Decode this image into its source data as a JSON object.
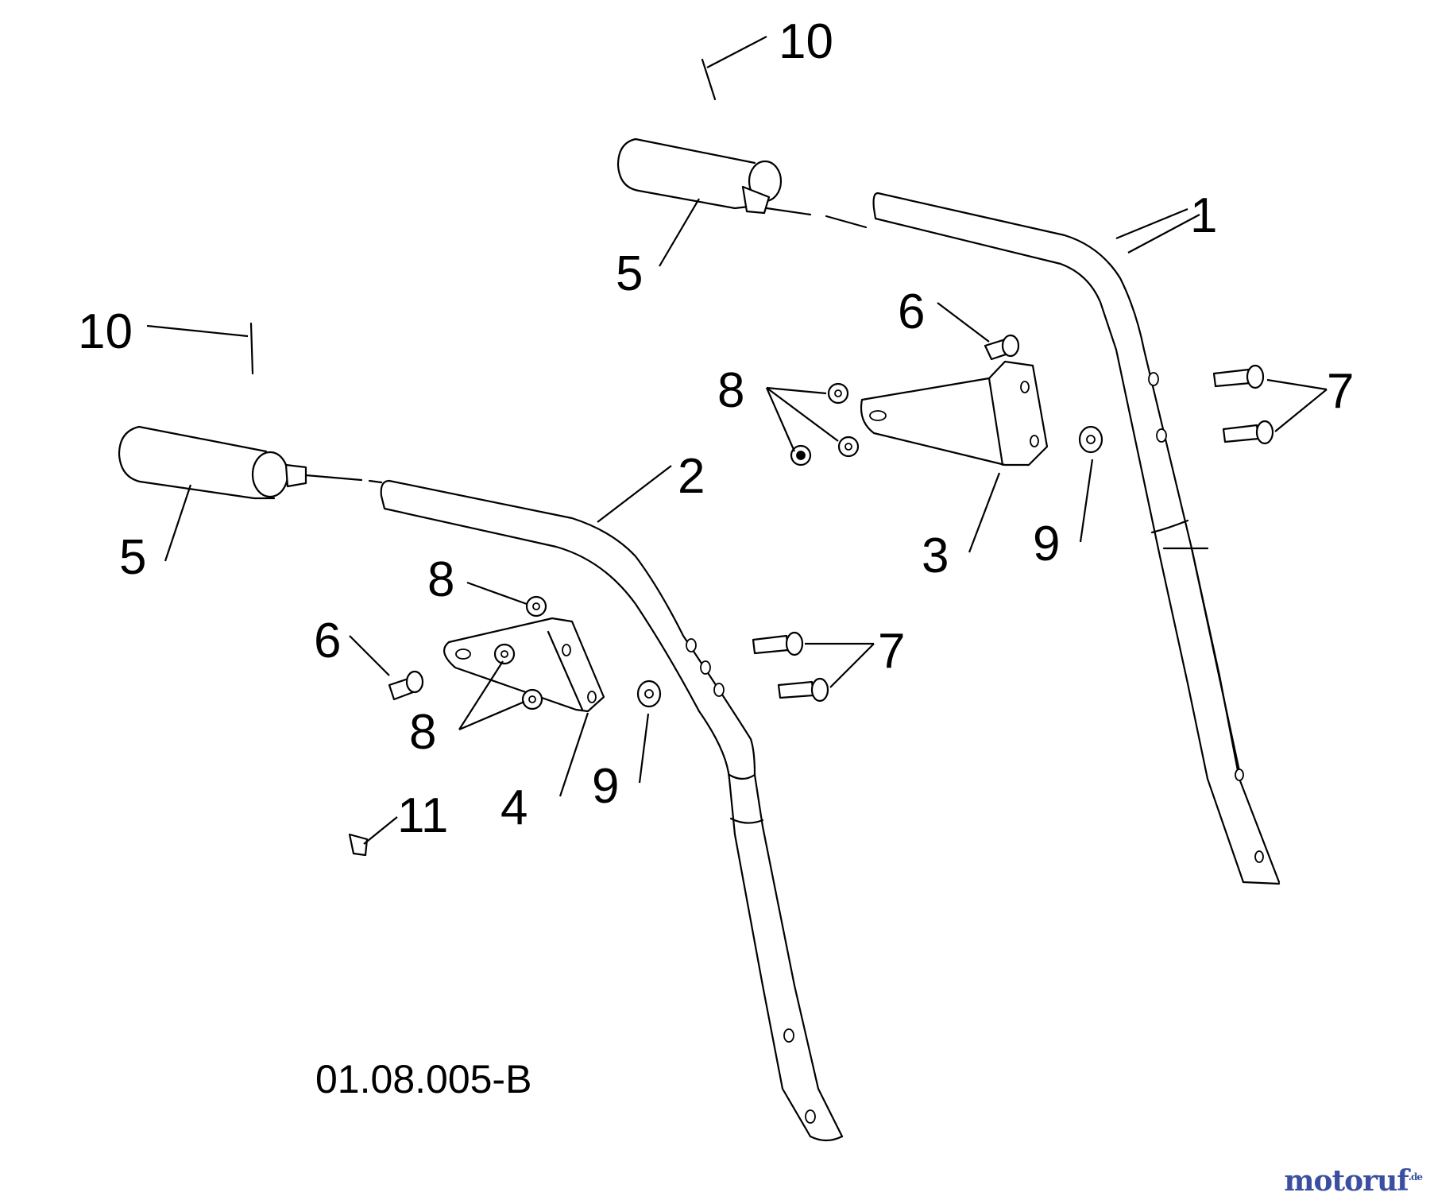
{
  "diagram": {
    "drawing_code": "01.08.005-B",
    "callouts": {
      "c1": "1",
      "c2": "2",
      "c3": "3",
      "c4": "4",
      "c5a": "5",
      "c5b": "5",
      "c6a": "6",
      "c6b": "6",
      "c7a": "7",
      "c7b": "7",
      "c8a": "8",
      "c8b": "8",
      "c8c": "8",
      "c9a": "9",
      "c9b": "9",
      "c10a": "10",
      "c10b": "10",
      "c11": "11"
    }
  },
  "watermark": {
    "main": "motoruf",
    "accent": "",
    "tld": ".de"
  }
}
